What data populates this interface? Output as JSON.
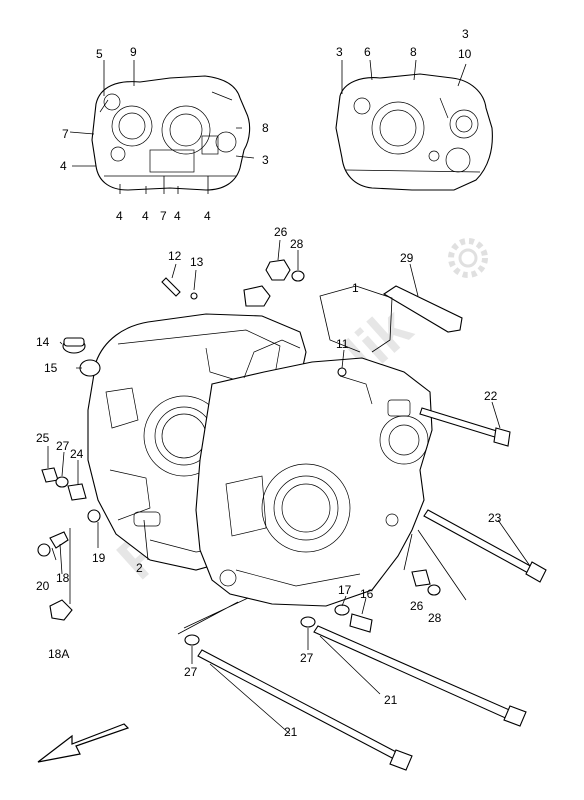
{
  "watermark": "Partsrepublik",
  "labels": {
    "l1": "1",
    "l2": "2",
    "l3a": "3",
    "l3b": "3",
    "l3c": "3",
    "l4a": "4",
    "l4b": "4",
    "l4c": "4",
    "l4d": "4",
    "l4e": "4",
    "l5": "5",
    "l6": "6",
    "l7a": "7",
    "l7b": "7",
    "l8a": "8",
    "l8b": "8",
    "l9": "9",
    "l10": "10",
    "l11": "11",
    "l12": "12",
    "l13": "13",
    "l14": "14",
    "l15": "15",
    "l16": "16",
    "l17": "17",
    "l18": "18",
    "l18a": "18A",
    "l19": "19",
    "l20": "20",
    "l21a": "21",
    "l21b": "21",
    "l22": "22",
    "l23": "23",
    "l24": "24",
    "l25": "25",
    "l26a": "26",
    "l26b": "26",
    "l27a": "27",
    "l27b": "27",
    "l27c": "27",
    "l28a": "28",
    "l28b": "28",
    "l29": "29"
  },
  "icons": {
    "orientation": "front-arrow-icon",
    "watermark_gear": "gear-icon"
  }
}
